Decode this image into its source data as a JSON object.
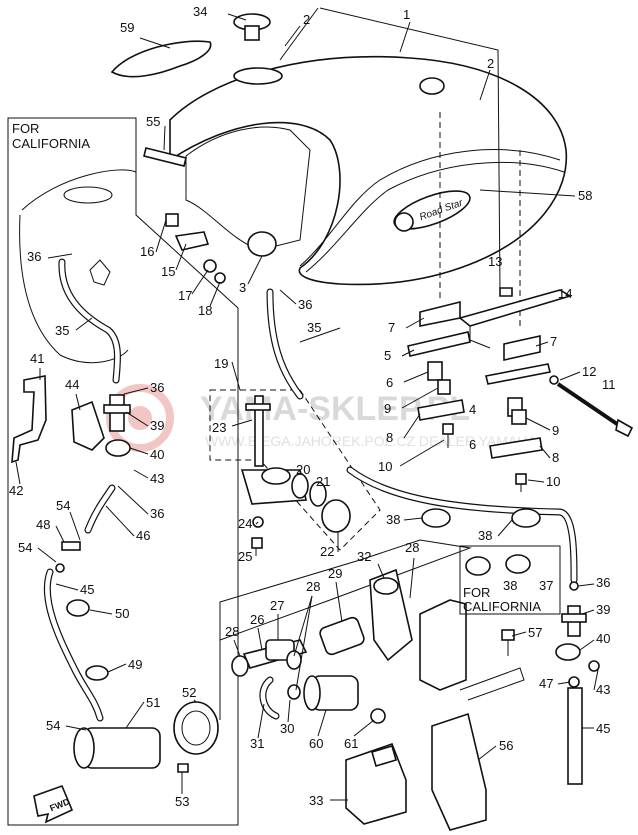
{
  "panels": {
    "california_left": "FOR CALIFORNIA",
    "california_right": "FOR CALIFORNIA"
  },
  "badge": {
    "tank_logo": "Road Star"
  },
  "fwd_marker": "FWD",
  "watermark": {
    "title": "YAMA-SKLEP.PL",
    "subtitle": "WWW.BIEGA.JAHOREK.POL.CZ DEALER YAMAHA"
  },
  "callouts": [
    {
      "id": "c1",
      "number": "1"
    },
    {
      "id": "c2a",
      "number": "2"
    },
    {
      "id": "c2b",
      "number": "2"
    },
    {
      "id": "c34",
      "number": "34"
    },
    {
      "id": "c59",
      "number": "59"
    },
    {
      "id": "c55",
      "number": "55"
    },
    {
      "id": "c58",
      "number": "58"
    },
    {
      "id": "c16",
      "number": "16"
    },
    {
      "id": "c15",
      "number": "15"
    },
    {
      "id": "c17",
      "number": "17"
    },
    {
      "id": "c18",
      "number": "18"
    },
    {
      "id": "c3",
      "number": "3"
    },
    {
      "id": "c36a",
      "number": "36"
    },
    {
      "id": "c35a",
      "number": "35"
    },
    {
      "id": "c13",
      "number": "13"
    },
    {
      "id": "c14",
      "number": "14"
    },
    {
      "id": "c7a",
      "number": "7"
    },
    {
      "id": "c5",
      "number": "5"
    },
    {
      "id": "c7b",
      "number": "7"
    },
    {
      "id": "c6a",
      "number": "6"
    },
    {
      "id": "c9a",
      "number": "9"
    },
    {
      "id": "c8a",
      "number": "8"
    },
    {
      "id": "c10a",
      "number": "10"
    },
    {
      "id": "c12",
      "number": "12"
    },
    {
      "id": "c11",
      "number": "11"
    },
    {
      "id": "c4",
      "number": "4"
    },
    {
      "id": "c9b",
      "number": "9"
    },
    {
      "id": "c6b",
      "number": "6"
    },
    {
      "id": "c8b",
      "number": "8"
    },
    {
      "id": "c10b",
      "number": "10"
    },
    {
      "id": "c19",
      "number": "19"
    },
    {
      "id": "c23",
      "number": "23"
    },
    {
      "id": "c20",
      "number": "20"
    },
    {
      "id": "c21",
      "number": "21"
    },
    {
      "id": "c24",
      "number": "24"
    },
    {
      "id": "c25",
      "number": "25"
    },
    {
      "id": "c22",
      "number": "22"
    },
    {
      "id": "c38a",
      "number": "38"
    },
    {
      "id": "c38b",
      "number": "38"
    },
    {
      "id": "c32",
      "number": "32"
    },
    {
      "id": "c28a",
      "number": "28"
    },
    {
      "id": "c29",
      "number": "29"
    },
    {
      "id": "c28b",
      "number": "28"
    },
    {
      "id": "c27",
      "number": "27"
    },
    {
      "id": "c26",
      "number": "26"
    },
    {
      "id": "c28c",
      "number": "28"
    },
    {
      "id": "c30",
      "number": "30"
    },
    {
      "id": "c31",
      "number": "31"
    },
    {
      "id": "c60",
      "number": "60"
    },
    {
      "id": "c61",
      "number": "61"
    },
    {
      "id": "c33",
      "number": "33"
    },
    {
      "id": "c56",
      "number": "56"
    },
    {
      "id": "c57",
      "number": "57"
    },
    {
      "id": "c38c",
      "number": "38"
    },
    {
      "id": "c37",
      "number": "37"
    },
    {
      "id": "c36b",
      "number": "36"
    },
    {
      "id": "c39a",
      "number": "39"
    },
    {
      "id": "c40a",
      "number": "40"
    },
    {
      "id": "c47",
      "number": "47"
    },
    {
      "id": "c43a",
      "number": "43"
    },
    {
      "id": "c45a",
      "number": "45"
    },
    {
      "id": "c36c",
      "number": "36"
    },
    {
      "id": "c35b",
      "number": "35"
    },
    {
      "id": "c41",
      "number": "41"
    },
    {
      "id": "c44",
      "number": "44"
    },
    {
      "id": "c36d",
      "number": "36"
    },
    {
      "id": "c39b",
      "number": "39"
    },
    {
      "id": "c40b",
      "number": "40"
    },
    {
      "id": "c43b",
      "number": "43"
    },
    {
      "id": "c42",
      "number": "42"
    },
    {
      "id": "c36e",
      "number": "36"
    },
    {
      "id": "c54a",
      "number": "54"
    },
    {
      "id": "c48",
      "number": "48"
    },
    {
      "id": "c46",
      "number": "46"
    },
    {
      "id": "c54b",
      "number": "54"
    },
    {
      "id": "c45b",
      "number": "45"
    },
    {
      "id": "c50",
      "number": "50"
    },
    {
      "id": "c49",
      "number": "49"
    },
    {
      "id": "c51",
      "number": "51"
    },
    {
      "id": "c52",
      "number": "52"
    },
    {
      "id": "c54c",
      "number": "54"
    },
    {
      "id": "c53",
      "number": "53"
    }
  ]
}
